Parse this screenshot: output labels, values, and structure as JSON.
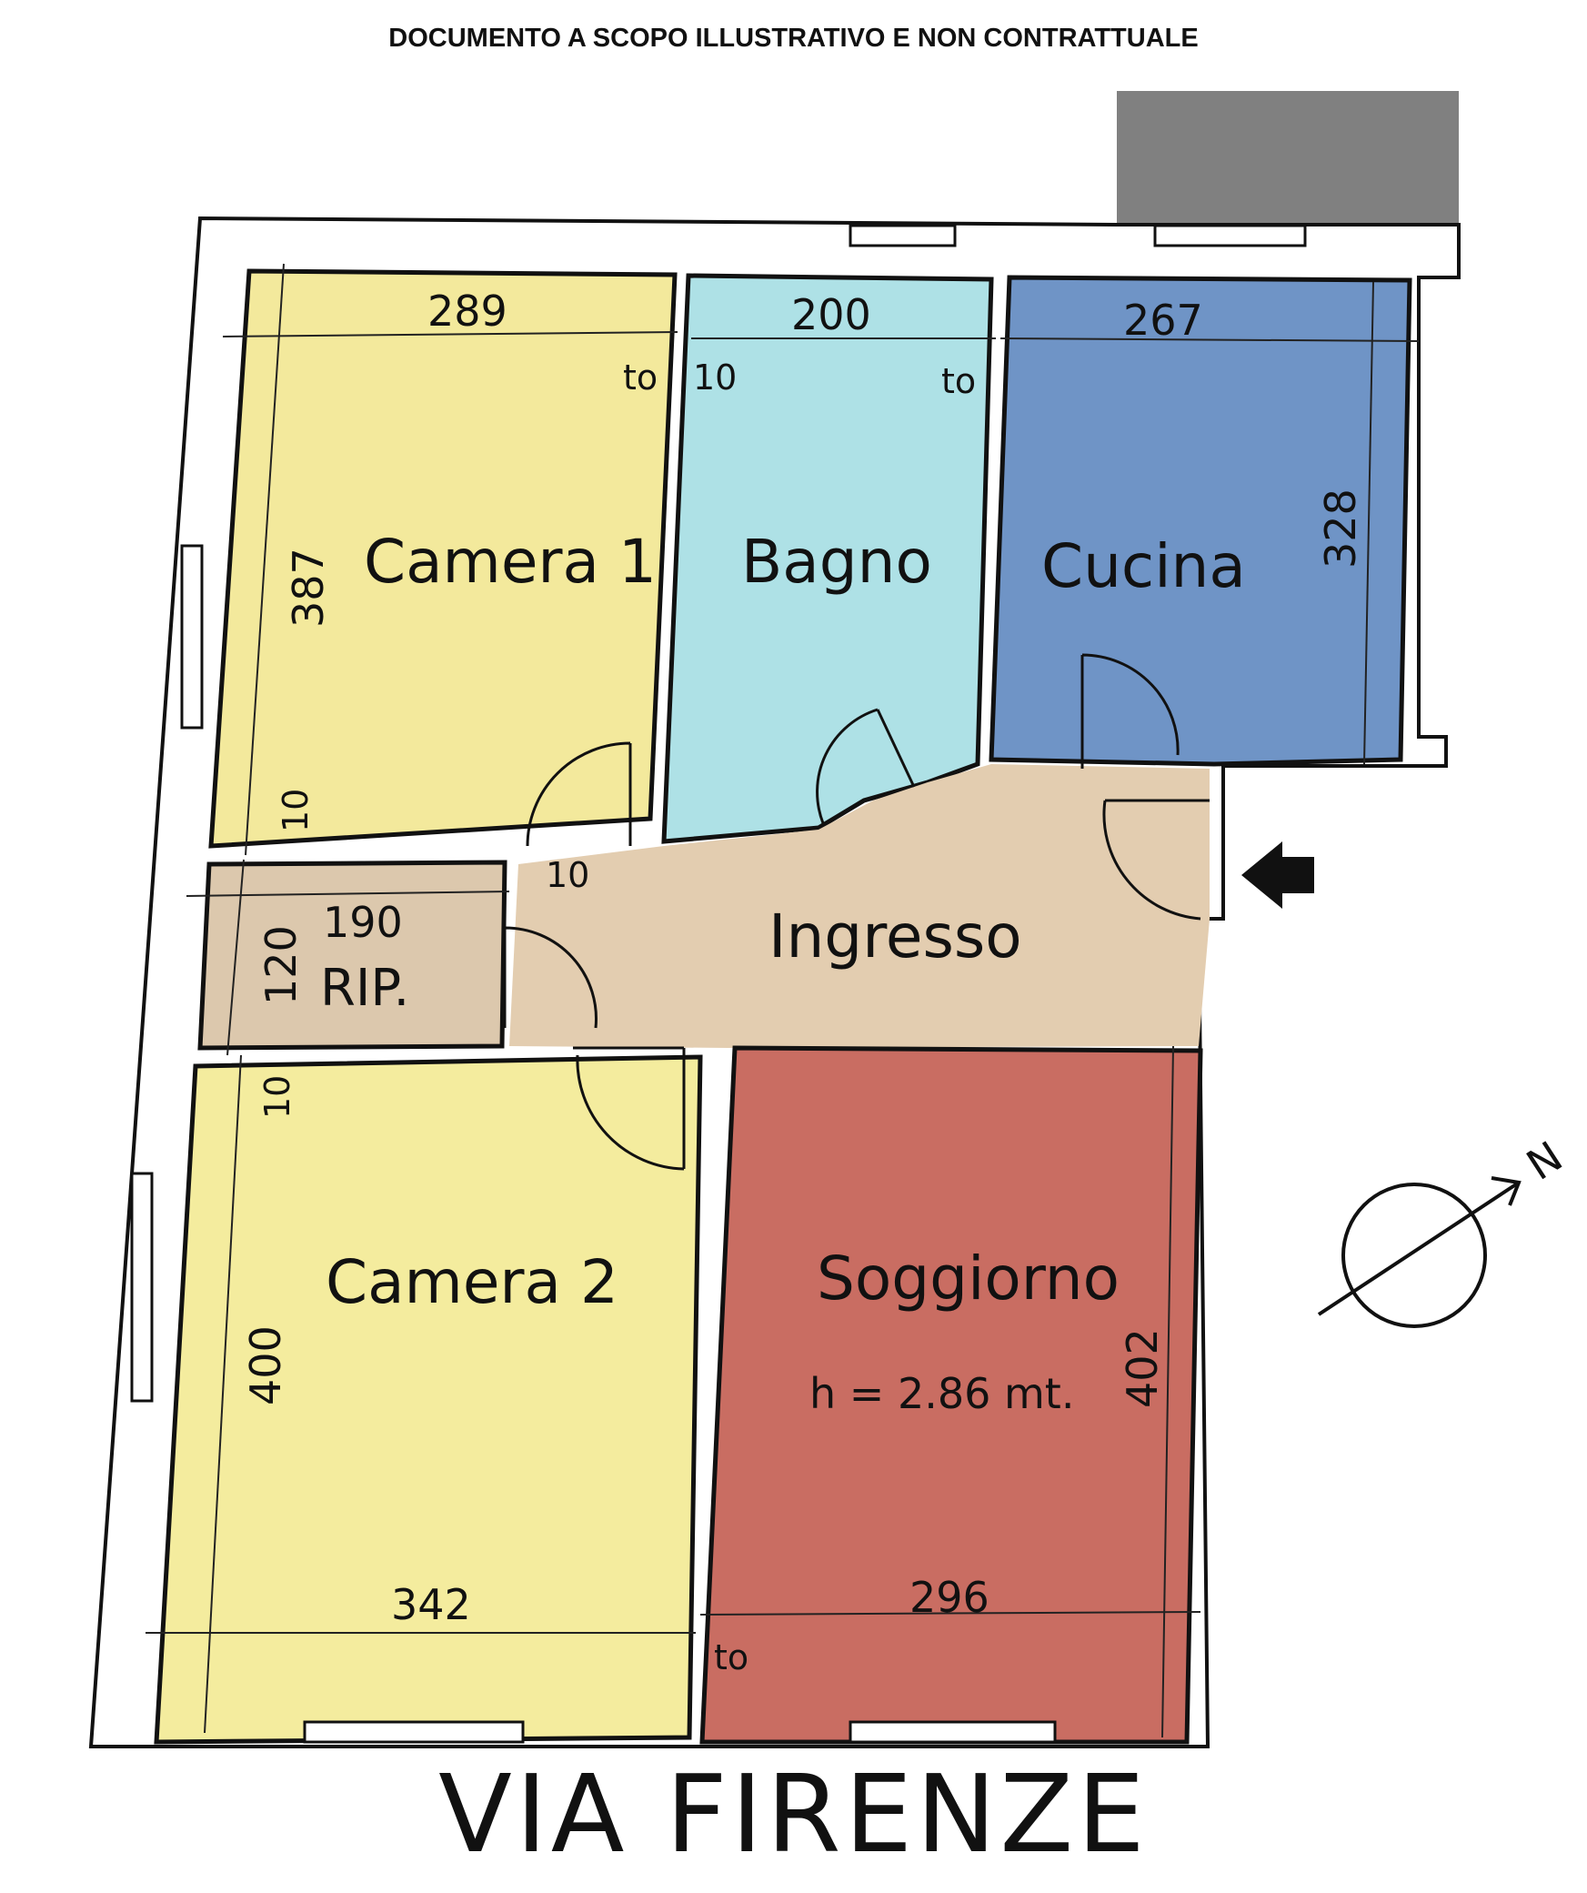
{
  "header": {
    "disclaimer": "DOCUMENTO A SCOPO ILLUSTRATIVO E NON CONTRATTUALE"
  },
  "footer": {
    "street": "VIA FIRENZE"
  },
  "rooms": {
    "camera1": {
      "name": "Camera 1",
      "width": "289",
      "depth": "387",
      "color": "#f3e99c"
    },
    "bagno": {
      "name": "Bagno",
      "width": "200",
      "color": "#aee1e6"
    },
    "cucina": {
      "name": "Cucina",
      "width": "267",
      "depth": "328",
      "color": "#6f94c6"
    },
    "rip": {
      "name": "RIP.",
      "width": "190",
      "depth": "120",
      "color": "#dcc8ad"
    },
    "ingresso": {
      "name": "Ingresso",
      "color": "#e3cdb0"
    },
    "camera2": {
      "name": "Camera 2",
      "width": "342",
      "depth": "400",
      "color": "#f4ec9e"
    },
    "soggiorno": {
      "name": "Soggiorno",
      "width": "296",
      "depth": "402",
      "height_note": "h = 2.86 mt.",
      "color": "#c96d62"
    }
  },
  "wall_thickness": {
    "w1": "10",
    "w2": "10",
    "w3": "10",
    "w4": "10"
  },
  "wall_markers": {
    "m1": "to",
    "m2": "to",
    "m3": "to"
  },
  "balcony_color": "#808080",
  "compass": {
    "label": "N"
  },
  "entrance_icon": "entrance-arrow-icon"
}
